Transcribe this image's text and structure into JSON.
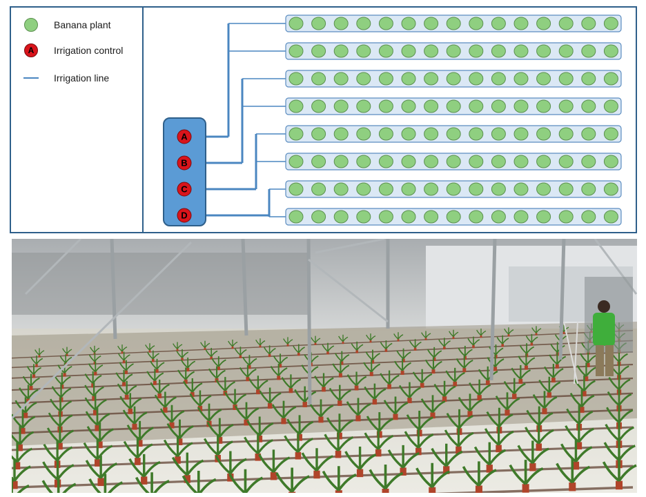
{
  "legend": {
    "banana_plant": "Banana plant",
    "irrigation_control": "Irrigation control",
    "irrigation_control_symbol": "A",
    "irrigation_line": "Irrigation line"
  },
  "controllers": [
    "A",
    "B",
    "C",
    "D"
  ],
  "rows": {
    "count": 8,
    "plants_per_row": 15
  },
  "colors": {
    "frame": "#2e5f8a",
    "row_fill": "#dbe8f5",
    "row_stroke": "#5b8cc0",
    "plant_fill": "#8fcf80",
    "plant_stroke": "#5a8f4e",
    "controller_box": "#5b9bd5",
    "controller_box_stroke": "#2e5f8a",
    "controller_marker": "#d9141b",
    "irrigation_line": "#4a86c0"
  },
  "photo": {
    "subject": "greenhouse-banana-plants-icon"
  }
}
